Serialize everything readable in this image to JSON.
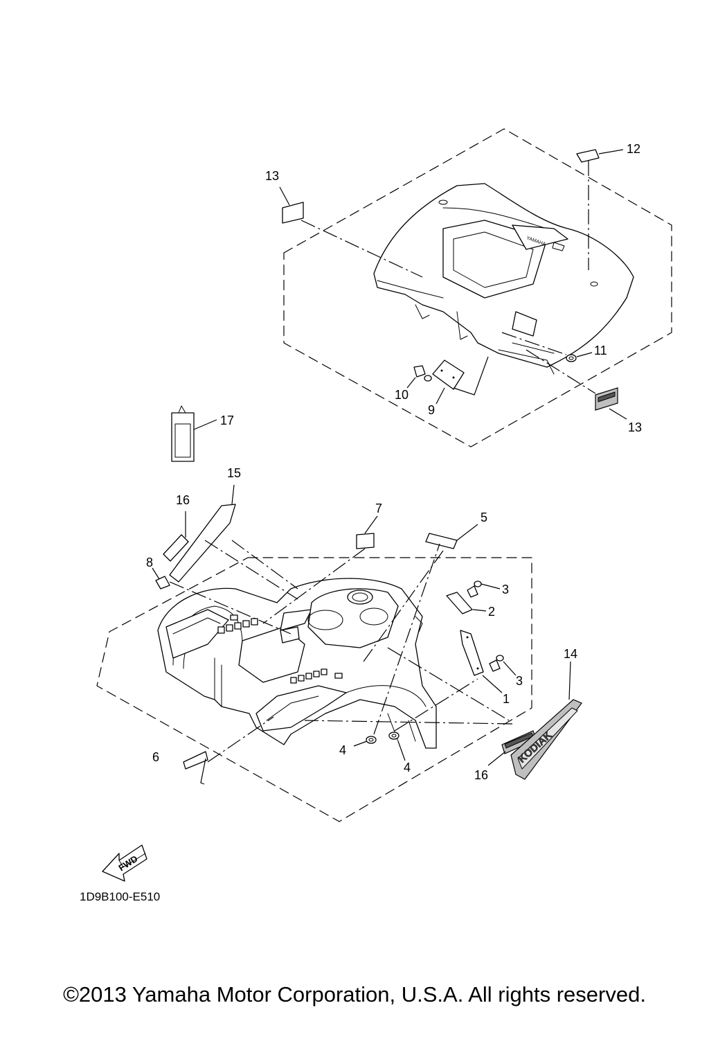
{
  "callouts": {
    "c1": "1",
    "c2": "2",
    "c3a": "3",
    "c3b": "3",
    "c4a": "4",
    "c4b": "4",
    "c5": "5",
    "c6": "6",
    "c7": "7",
    "c8": "8",
    "c9": "9",
    "c10": "10",
    "c11": "11",
    "c12": "12",
    "c13a": "13",
    "c13b": "13",
    "c14": "14",
    "c15": "15",
    "c16a": "16",
    "c16b": "16",
    "c17": "17"
  },
  "fwd_label": "FWD",
  "emblem_text": "KODIAK",
  "diagram_code": "1D9B100-E510",
  "copyright": "©2013 Yamaha Motor Corporation, U.S.A. All rights reserved."
}
